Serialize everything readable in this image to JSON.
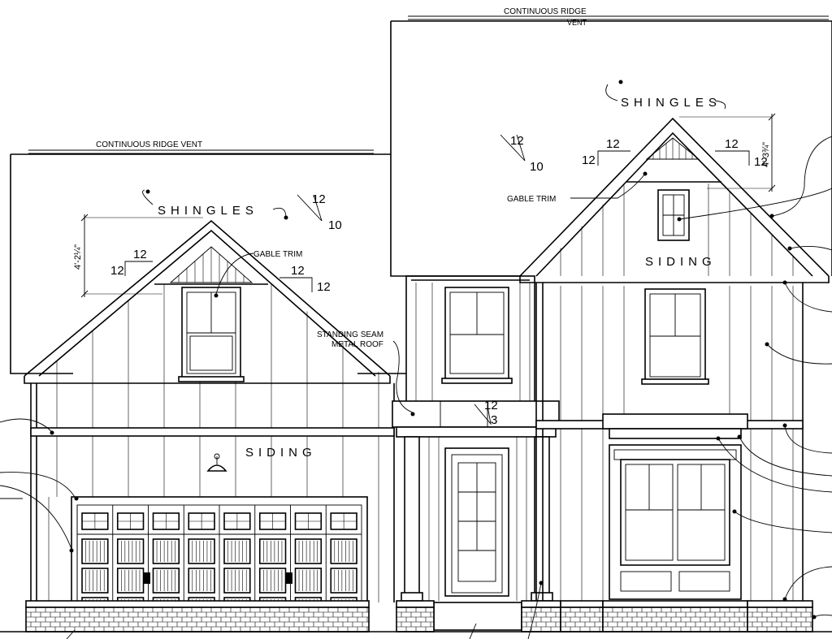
{
  "labels": {
    "ridge_vent_right_line1": "CONTINUOUS RIDGE",
    "ridge_vent_right_line2": "VENT",
    "ridge_vent_left": "CONTINUOUS RIDGE VENT",
    "shingles_left": "SHINGLES",
    "shingles_right": "SHINGLES",
    "gable_trim_left": "GABLE TRIM",
    "gable_trim_right": "GABLE TRIM",
    "standing_seam_line1": "STANDING SEAM",
    "standing_seam_line2": "METAL ROOF",
    "siding_left": "SIDING",
    "siding_right": "SIDING"
  },
  "dimensions": {
    "left_gable_height": "4'-2¼\"",
    "right_gable_height": "4'-3¾\""
  },
  "pitches": {
    "main_left": {
      "rise": "12",
      "run": "10"
    },
    "main_right": {
      "rise": "12",
      "run": "10"
    },
    "left_gable_l": {
      "rise": "12",
      "run": "12"
    },
    "left_gable_r": {
      "rise": "12",
      "run": "12"
    },
    "right_gable_l": {
      "rise": "12",
      "run": "12"
    },
    "right_gable_r": {
      "rise": "12",
      "run": "12"
    },
    "porch": {
      "rise": "12",
      "run": "3"
    }
  }
}
